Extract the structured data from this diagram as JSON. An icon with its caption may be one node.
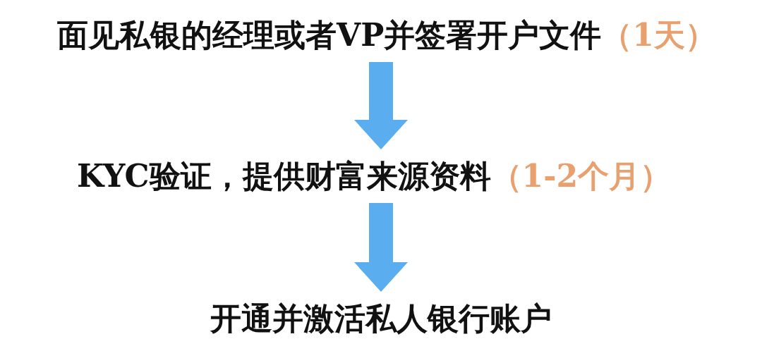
{
  "diagram": {
    "nodes": [
      {
        "text": [
          "面见私银的经理或者VP并签署开户文件"
        ],
        "beside": [
          "（1天）"
        ]
      },
      {
        "text": [
          "KYC验证，提供财富来源资料"
        ],
        "beside": [
          "（1-2个月）"
        ]
      },
      {
        "text": [
          "开通并激活私人银行账户"
        ]
      }
    ],
    "edges": [
      {
        "from": 0,
        "to": 1,
        "arrow": "to",
        "color": "#5aaef0"
      },
      {
        "from": 1,
        "to": 2,
        "arrow": "to",
        "color": "#5aaef0"
      }
    ]
  }
}
